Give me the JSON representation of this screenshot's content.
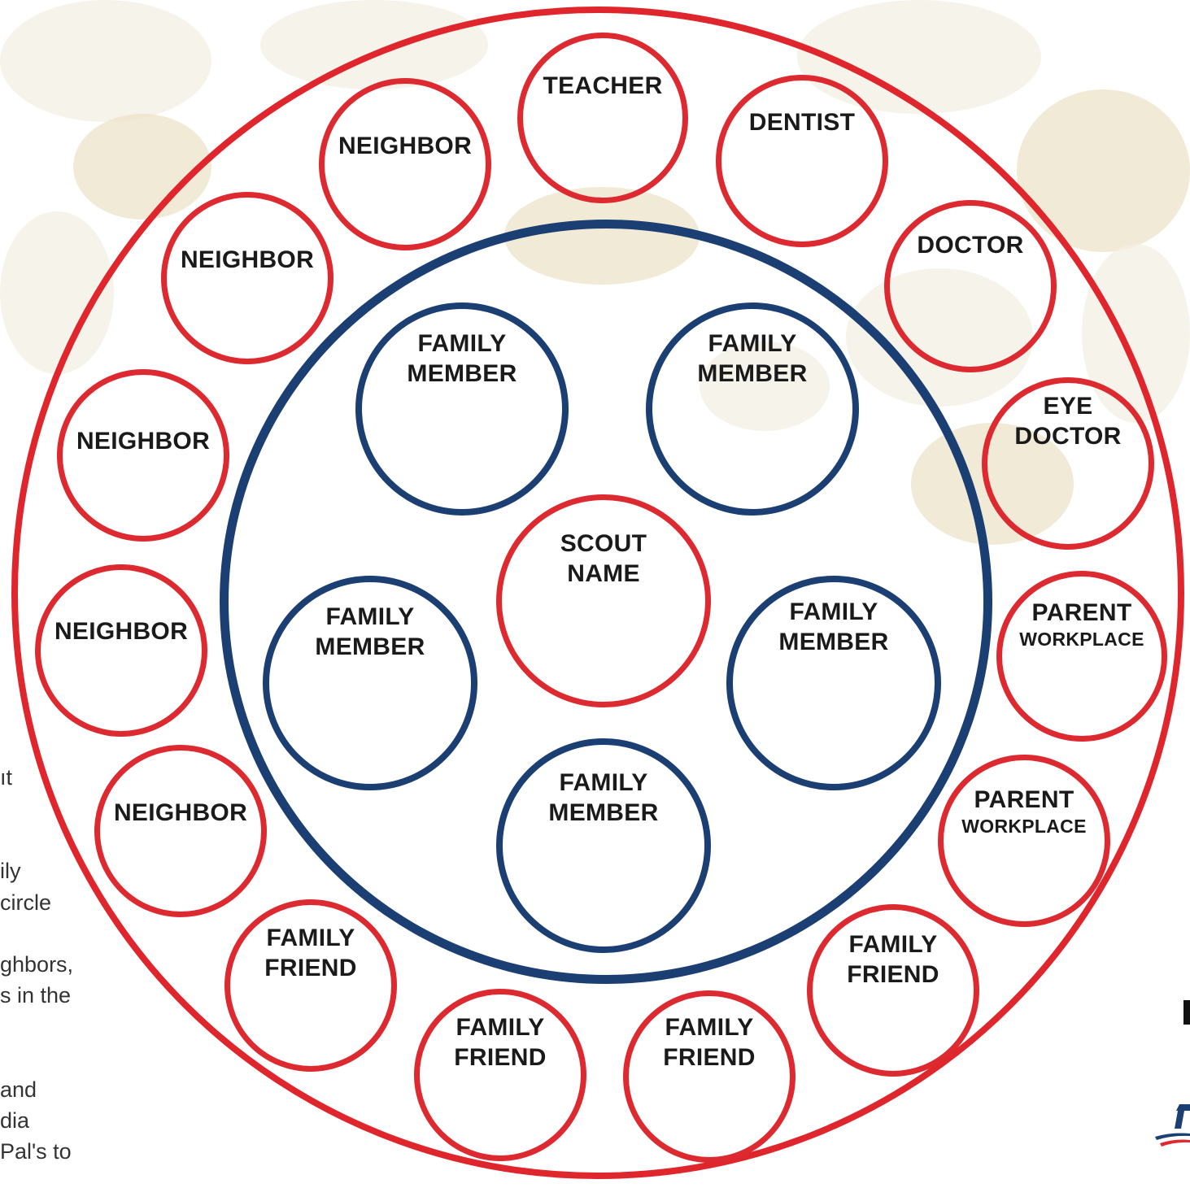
{
  "center": {
    "line1": "SCOUT",
    "line2": "NAME"
  },
  "family_members": [
    {
      "line1": "FAMILY",
      "line2": "MEMBER"
    },
    {
      "line1": "FAMILY",
      "line2": "MEMBER"
    },
    {
      "line1": "FAMILY",
      "line2": "MEMBER"
    },
    {
      "line1": "FAMILY",
      "line2": "MEMBER"
    },
    {
      "line1": "FAMILY",
      "line2": "MEMBER"
    }
  ],
  "outer_nodes": [
    {
      "line1": "TEACHER",
      "line2": ""
    },
    {
      "line1": "DENTIST",
      "line2": ""
    },
    {
      "line1": "DOCTOR",
      "line2": ""
    },
    {
      "line1": "EYE",
      "line2": "DOCTOR"
    },
    {
      "line1": "PARENT",
      "line2": "WORKPLACE"
    },
    {
      "line1": "PARENT",
      "line2": "WORKPLACE"
    },
    {
      "line1": "FAMILY",
      "line2": "FRIEND"
    },
    {
      "line1": "FAMILY",
      "line2": "FRIEND"
    },
    {
      "line1": "FAMILY",
      "line2": "FRIEND"
    },
    {
      "line1": "FAMILY",
      "line2": "FRIEND"
    },
    {
      "line1": "NEIGHBOR",
      "line2": ""
    },
    {
      "line1": "NEIGHBOR",
      "line2": ""
    },
    {
      "line1": "NEIGHBOR",
      "line2": ""
    },
    {
      "line1": "NEIGHBOR",
      "line2": ""
    },
    {
      "line1": "NEIGHBOR",
      "line2": ""
    }
  ],
  "side_text_fragments": [
    "ıt",
    "ily",
    "circle",
    "ghbors,",
    "s in the",
    "and",
    "dia",
    "Pal's to"
  ],
  "colors": {
    "red": "#dc2a30",
    "blue": "#1b3f73"
  }
}
